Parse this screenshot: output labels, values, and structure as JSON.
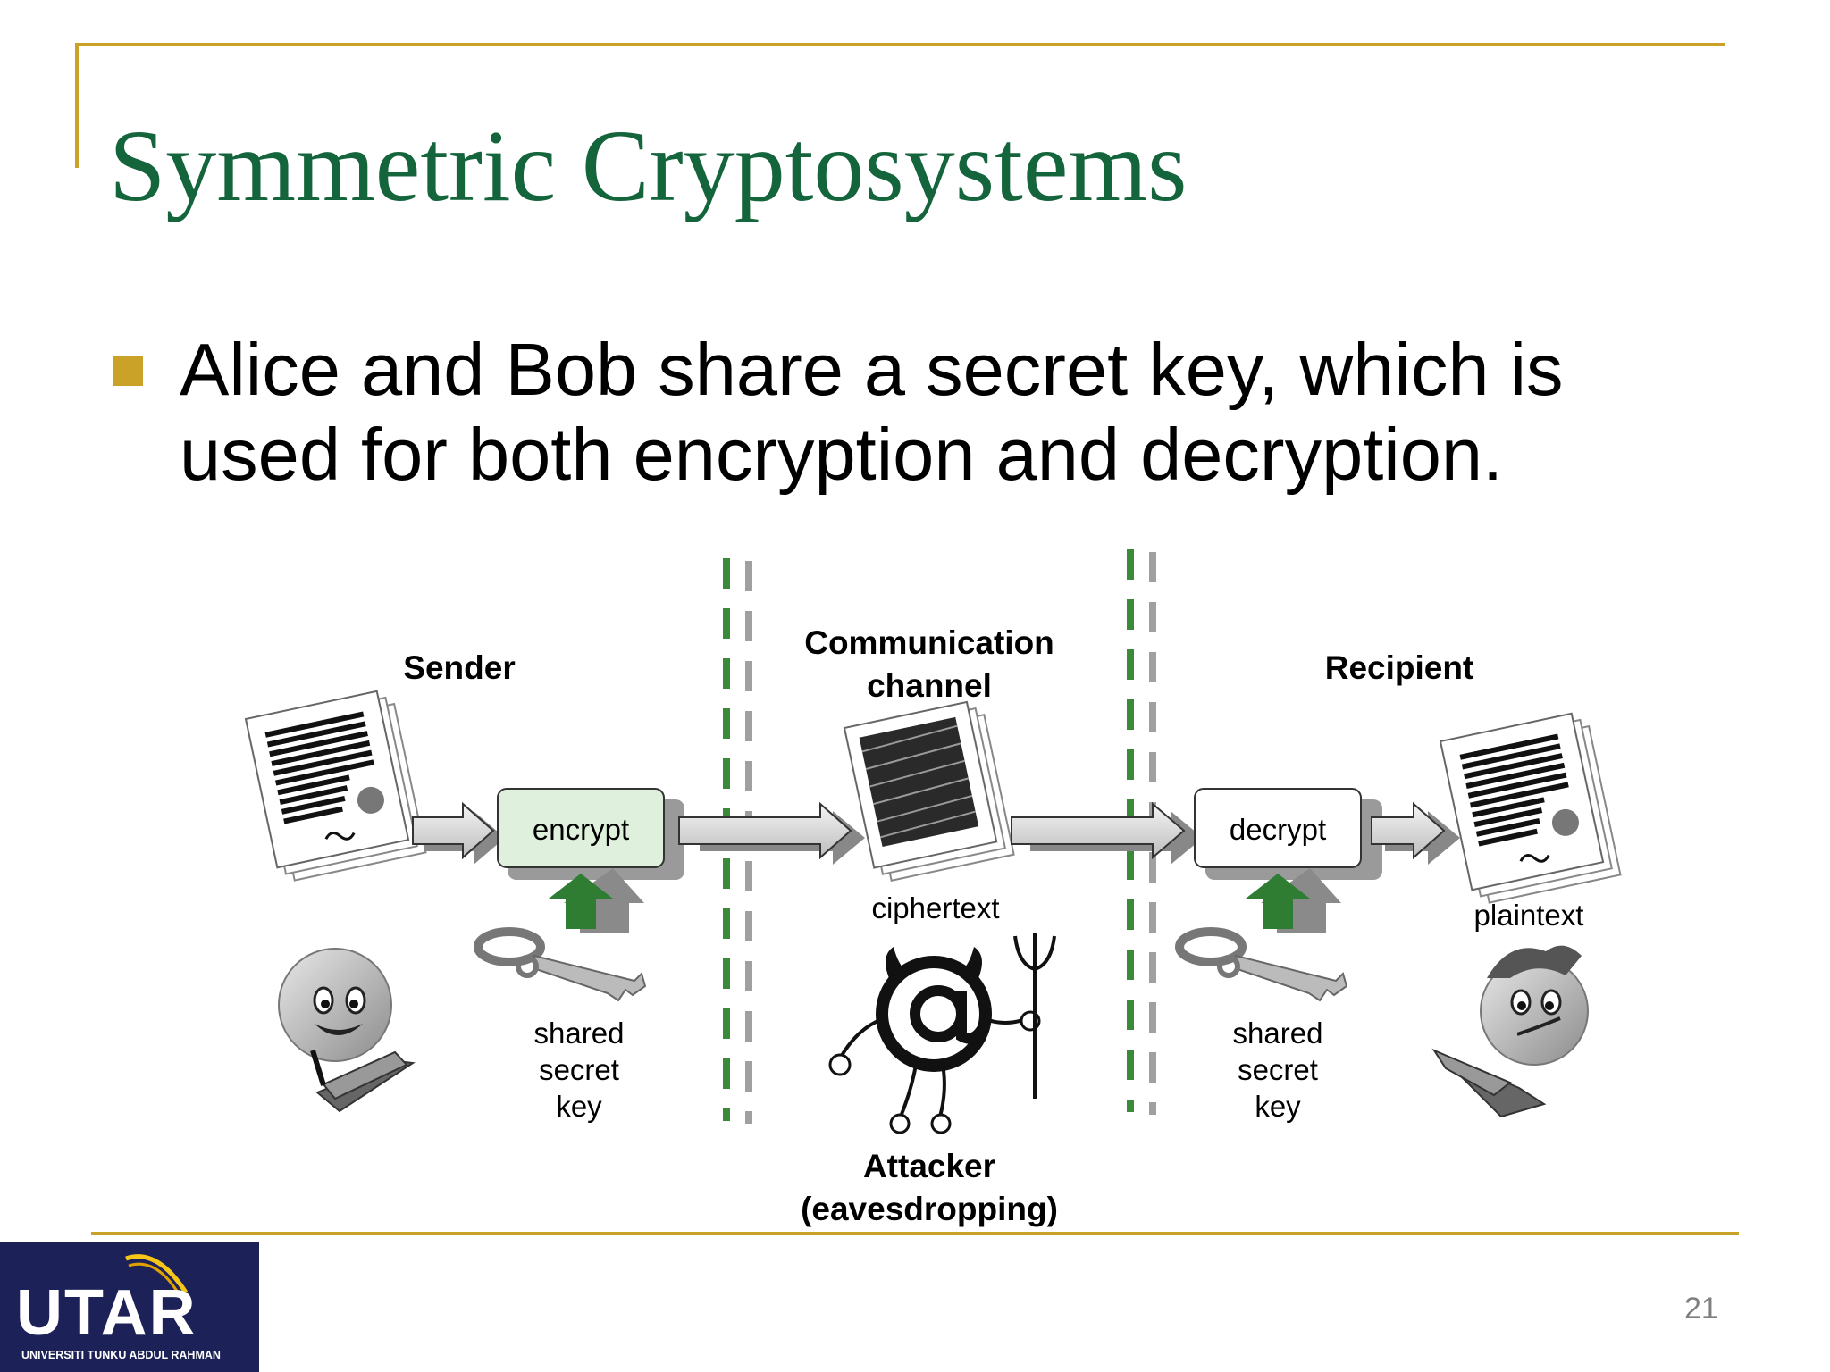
{
  "slide": {
    "title": "Symmetric Cryptosystems",
    "bullet_lines": [
      "Alice and Bob share a secret key, which is",
      "used for both encryption and decryption."
    ],
    "page_number": "21"
  },
  "diagram": {
    "sender": "Sender",
    "channel_line1": "Communication",
    "channel_line2": "channel",
    "recipient": "Recipient",
    "encrypt": "encrypt",
    "decrypt": "decrypt",
    "ciphertext": "ciphertext",
    "plaintext": "plaintext",
    "left_key_label": [
      "shared",
      "secret",
      "key"
    ],
    "right_key_label": [
      "shared",
      "secret",
      "key"
    ],
    "attacker_line1": "Attacker",
    "attacker_line2": "(eavesdropping)"
  },
  "logo": {
    "text": "UTAR",
    "subtitle": "UNIVERSITI TUNKU ABDUL RAHMAN"
  },
  "colors": {
    "title": "#14643c",
    "accent": "#c9a227",
    "dash_green": "#3a8a3a",
    "dash_gray": "#a0a0a0",
    "encrypt_fill": "#dff0dc",
    "key_arrow": "#2e7d32",
    "logo_bg": "#1c2157"
  }
}
